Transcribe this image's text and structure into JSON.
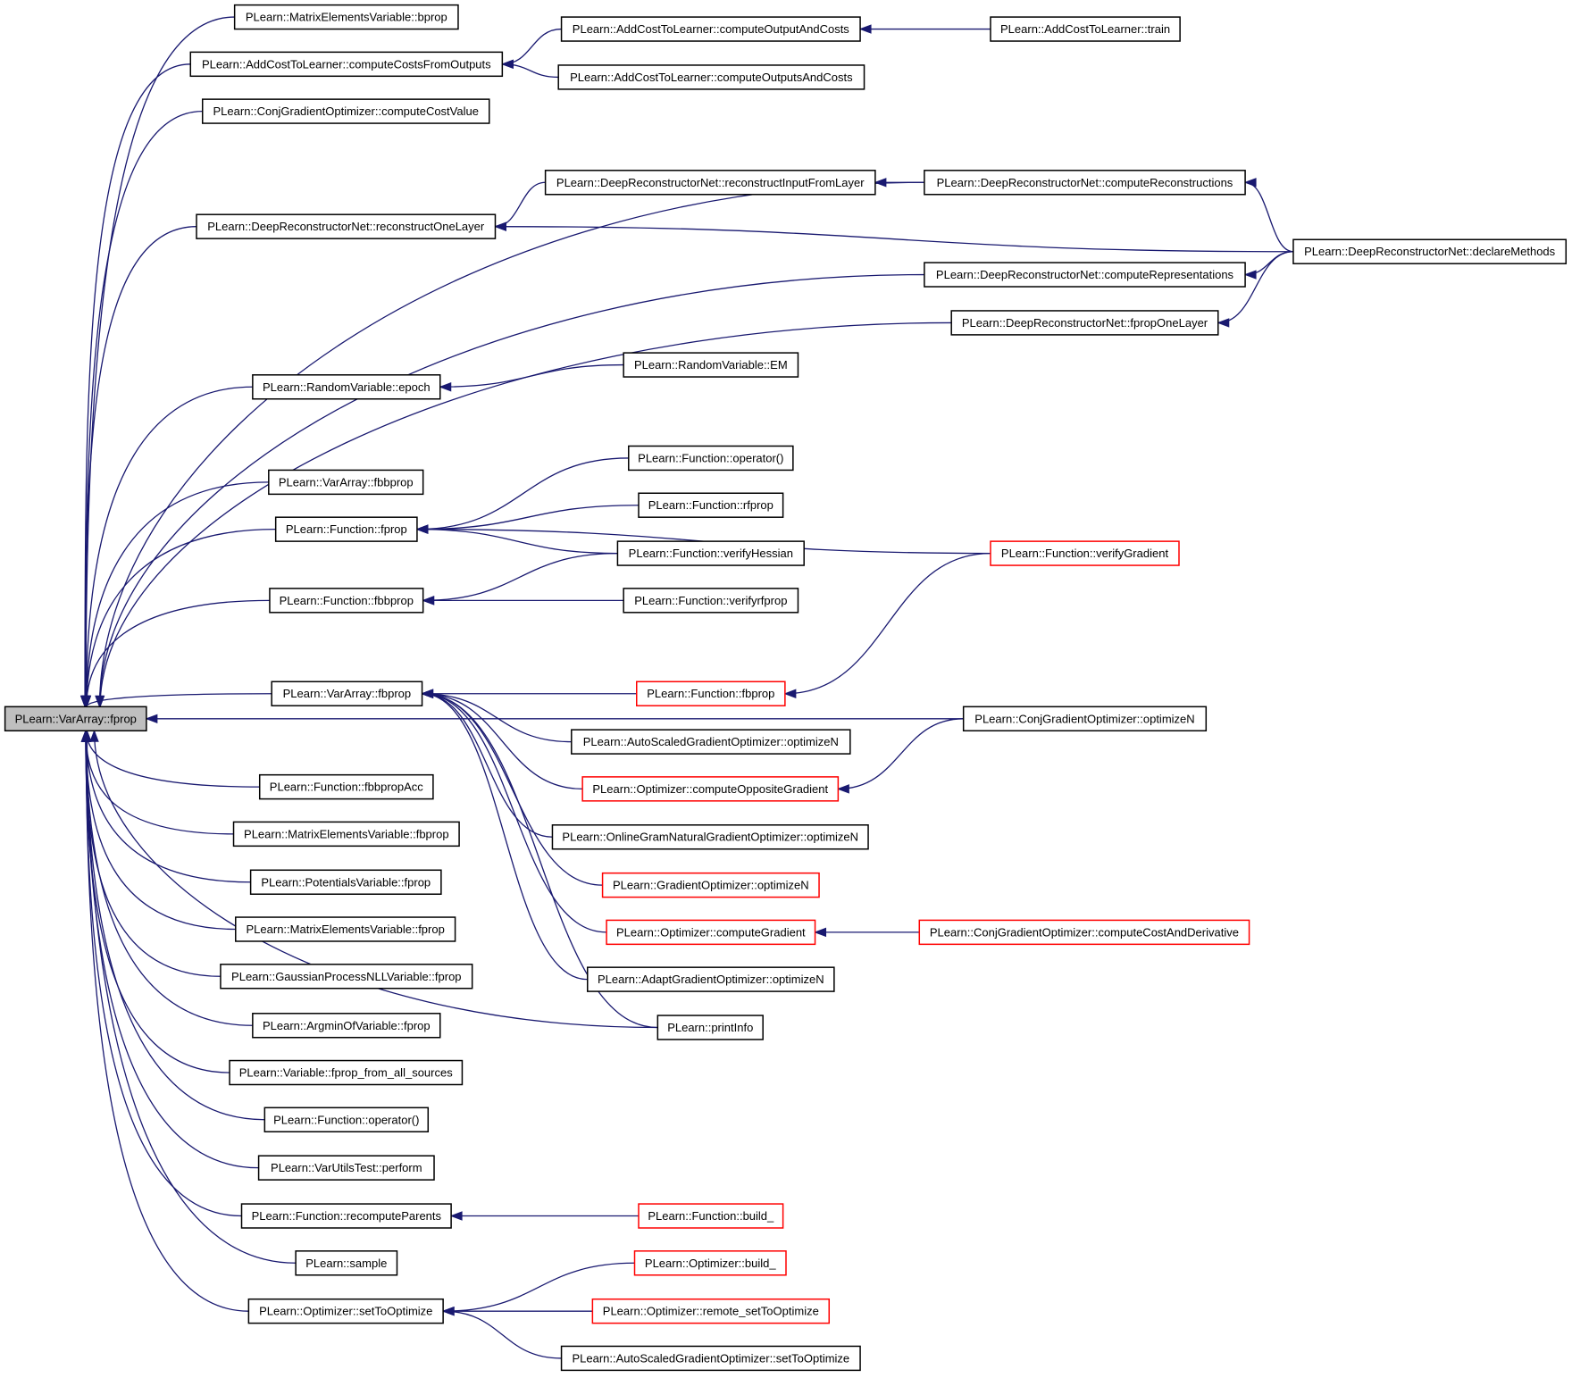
{
  "colors": {
    "edge": "#191970",
    "node_border_default": "#000000",
    "node_border_truncated": "#ff0000",
    "focus_fill": "#bfbfbf",
    "node_fill": "#ffffff",
    "text": "#000000"
  },
  "nodes": [
    {
      "id": "n0",
      "label": "PLearn::VarArray::fprop",
      "style": "focus"
    },
    {
      "id": "n1",
      "label": "PLearn::MatrixElementsVariable::bprop",
      "style": "normal"
    },
    {
      "id": "n2",
      "label": "PLearn::AddCostToLearner::computeCostsFromOutputs",
      "style": "normal"
    },
    {
      "id": "n3",
      "label": "PLearn::AddCostToLearner::computeOutputAndCosts",
      "style": "normal"
    },
    {
      "id": "n4",
      "label": "PLearn::AddCostToLearner::train",
      "style": "normal"
    },
    {
      "id": "n5",
      "label": "PLearn::AddCostToLearner::computeOutputsAndCosts",
      "style": "normal"
    },
    {
      "id": "n6",
      "label": "PLearn::ConjGradientOptimizer::computeCostValue",
      "style": "normal"
    },
    {
      "id": "n7",
      "label": "PLearn::DeepReconstructorNet::reconstructInputFromLayer",
      "style": "normal"
    },
    {
      "id": "n8",
      "label": "PLearn::DeepReconstructorNet::computeReconstructions",
      "style": "normal"
    },
    {
      "id": "n9",
      "label": "PLearn::DeepReconstructorNet::reconstructOneLayer",
      "style": "normal"
    },
    {
      "id": "n10",
      "label": "PLearn::DeepReconstructorNet::declareMethods",
      "style": "normal"
    },
    {
      "id": "n11",
      "label": "PLearn::DeepReconstructorNet::computeRepresentations",
      "style": "normal"
    },
    {
      "id": "n12",
      "label": "PLearn::DeepReconstructorNet::fpropOneLayer",
      "style": "normal"
    },
    {
      "id": "n13",
      "label": "PLearn::RandomVariable::EM",
      "style": "normal"
    },
    {
      "id": "n14",
      "label": "PLearn::RandomVariable::epoch",
      "style": "normal"
    },
    {
      "id": "n15",
      "label": "PLearn::Function::operator()",
      "style": "normal"
    },
    {
      "id": "n16",
      "label": "PLearn::VarArray::fbbprop",
      "style": "normal"
    },
    {
      "id": "n17",
      "label": "PLearn::Function::rfprop",
      "style": "normal"
    },
    {
      "id": "n18",
      "label": "PLearn::Function::fprop",
      "style": "normal"
    },
    {
      "id": "n19",
      "label": "PLearn::Function::verifyHessian",
      "style": "normal"
    },
    {
      "id": "n20",
      "label": "PLearn::Function::verifyGradient",
      "style": "truncated"
    },
    {
      "id": "n21",
      "label": "PLearn::Function::fbbprop",
      "style": "normal"
    },
    {
      "id": "n22",
      "label": "PLearn::Function::verifyrfprop",
      "style": "normal"
    },
    {
      "id": "n23",
      "label": "PLearn::VarArray::fbprop",
      "style": "normal"
    },
    {
      "id": "n24",
      "label": "PLearn::Function::fbprop",
      "style": "truncated"
    },
    {
      "id": "n25",
      "label": "PLearn::ConjGradientOptimizer::optimizeN",
      "style": "normal"
    },
    {
      "id": "n26",
      "label": "PLearn::AutoScaledGradientOptimizer::optimizeN",
      "style": "normal"
    },
    {
      "id": "n27",
      "label": "PLearn::Function::fbbpropAcc",
      "style": "normal"
    },
    {
      "id": "n28",
      "label": "PLearn::Optimizer::computeOppositeGradient",
      "style": "truncated"
    },
    {
      "id": "n29",
      "label": "PLearn::MatrixElementsVariable::fbprop",
      "style": "normal"
    },
    {
      "id": "n30",
      "label": "PLearn::OnlineGramNaturalGradientOptimizer::optimizeN",
      "style": "normal"
    },
    {
      "id": "n31",
      "label": "PLearn::PotentialsVariable::fprop",
      "style": "normal"
    },
    {
      "id": "n32",
      "label": "PLearn::GradientOptimizer::optimizeN",
      "style": "truncated"
    },
    {
      "id": "n33",
      "label": "PLearn::MatrixElementsVariable::fprop",
      "style": "normal"
    },
    {
      "id": "n34",
      "label": "PLearn::Optimizer::computeGradient",
      "style": "truncated"
    },
    {
      "id": "n35",
      "label": "PLearn::ConjGradientOptimizer::computeCostAndDerivative",
      "style": "truncated"
    },
    {
      "id": "n36",
      "label": "PLearn::GaussianProcessNLLVariable::fprop",
      "style": "normal"
    },
    {
      "id": "n37",
      "label": "PLearn::AdaptGradientOptimizer::optimizeN",
      "style": "normal"
    },
    {
      "id": "n38",
      "label": "PLearn::ArgminOfVariable::fprop",
      "style": "normal"
    },
    {
      "id": "n39",
      "label": "PLearn::printInfo",
      "style": "normal"
    },
    {
      "id": "n40",
      "label": "PLearn::Variable::fprop_from_all_sources",
      "style": "normal"
    },
    {
      "id": "n41",
      "label": "PLearn::Function::operator()",
      "style": "normal"
    },
    {
      "id": "n42",
      "label": "PLearn::VarUtilsTest::perform",
      "style": "normal"
    },
    {
      "id": "n43",
      "label": "PLearn::Function::recomputeParents",
      "style": "normal"
    },
    {
      "id": "n44",
      "label": "PLearn::Function::build_",
      "style": "truncated"
    },
    {
      "id": "n45",
      "label": "PLearn::sample",
      "style": "normal"
    },
    {
      "id": "n46",
      "label": "PLearn::Optimizer::build_",
      "style": "truncated"
    },
    {
      "id": "n47",
      "label": "PLearn::Optimizer::setToOptimize",
      "style": "normal"
    },
    {
      "id": "n48",
      "label": "PLearn::Optimizer::remote_setToOptimize",
      "style": "truncated"
    },
    {
      "id": "n49",
      "label": "PLearn::AutoScaledGradientOptimizer::setToOptimize",
      "style": "normal"
    }
  ],
  "edges": [
    {
      "from": "n1",
      "to": "n0"
    },
    {
      "from": "n2",
      "to": "n0"
    },
    {
      "from": "n3",
      "to": "n2"
    },
    {
      "from": "n4",
      "to": "n3"
    },
    {
      "from": "n5",
      "to": "n2"
    },
    {
      "from": "n6",
      "to": "n0"
    },
    {
      "from": "n8",
      "to": "n0"
    },
    {
      "from": "n7",
      "to": "n9"
    },
    {
      "from": "n8",
      "to": "n7"
    },
    {
      "from": "n10",
      "to": "n8"
    },
    {
      "from": "n9",
      "to": "n0"
    },
    {
      "from": "n10",
      "to": "n9"
    },
    {
      "from": "n11",
      "to": "n0"
    },
    {
      "from": "n10",
      "to": "n11"
    },
    {
      "from": "n12",
      "to": "n0"
    },
    {
      "from": "n10",
      "to": "n12"
    },
    {
      "from": "n14",
      "to": "n0"
    },
    {
      "from": "n13",
      "to": "n14"
    },
    {
      "from": "n16",
      "to": "n0"
    },
    {
      "from": "n18",
      "to": "n0"
    },
    {
      "from": "n15",
      "to": "n18"
    },
    {
      "from": "n17",
      "to": "n18"
    },
    {
      "from": "n19",
      "to": "n18"
    },
    {
      "from": "n20",
      "to": "n18"
    },
    {
      "from": "n21",
      "to": "n0"
    },
    {
      "from": "n19",
      "to": "n21"
    },
    {
      "from": "n22",
      "to": "n21"
    },
    {
      "from": "n25",
      "to": "n0"
    },
    {
      "from": "n23",
      "to": "n0"
    },
    {
      "from": "n24",
      "to": "n23"
    },
    {
      "from": "n20",
      "to": "n24"
    },
    {
      "from": "n26",
      "to": "n23"
    },
    {
      "from": "n28",
      "to": "n23"
    },
    {
      "from": "n25",
      "to": "n28"
    },
    {
      "from": "n30",
      "to": "n23"
    },
    {
      "from": "n32",
      "to": "n23"
    },
    {
      "from": "n34",
      "to": "n23"
    },
    {
      "from": "n35",
      "to": "n34"
    },
    {
      "from": "n37",
      "to": "n23"
    },
    {
      "from": "n39",
      "to": "n23"
    },
    {
      "from": "n39",
      "to": "n0"
    },
    {
      "from": "n27",
      "to": "n0"
    },
    {
      "from": "n29",
      "to": "n0"
    },
    {
      "from": "n31",
      "to": "n0"
    },
    {
      "from": "n33",
      "to": "n0"
    },
    {
      "from": "n36",
      "to": "n0"
    },
    {
      "from": "n38",
      "to": "n0"
    },
    {
      "from": "n40",
      "to": "n0"
    },
    {
      "from": "n41",
      "to": "n0"
    },
    {
      "from": "n42",
      "to": "n0"
    },
    {
      "from": "n43",
      "to": "n0"
    },
    {
      "from": "n44",
      "to": "n43"
    },
    {
      "from": "n45",
      "to": "n0"
    },
    {
      "from": "n47",
      "to": "n0"
    },
    {
      "from": "n46",
      "to": "n47"
    },
    {
      "from": "n48",
      "to": "n47"
    },
    {
      "from": "n49",
      "to": "n47"
    }
  ]
}
